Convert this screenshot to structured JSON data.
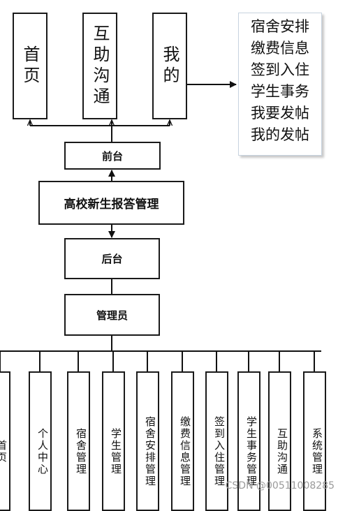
{
  "top_nav": [
    {
      "label": "首页"
    },
    {
      "label": "互助沟通"
    },
    {
      "label": "我的"
    }
  ],
  "callout_items": [
    "宿舍安排",
    "缴费信息",
    "签到入住",
    "学生事务",
    "我要发帖",
    "我的发帖"
  ],
  "frontend": {
    "label": "前台"
  },
  "system": {
    "label": "高校新生报答管理"
  },
  "backend": {
    "label": "后台"
  },
  "admin": {
    "label": "管理员"
  },
  "modules": [
    {
      "label": "首页"
    },
    {
      "label": "个人中心"
    },
    {
      "label": "宿舍管理"
    },
    {
      "label": "学生管理"
    },
    {
      "label": "宿舍安排管理"
    },
    {
      "label": "缴费信息管理"
    },
    {
      "label": "签到入住管理"
    },
    {
      "label": "学生事务管理"
    },
    {
      "label": "互助沟通"
    },
    {
      "label": "系统管理"
    }
  ],
  "watermark": "CSDN @00511008285"
}
